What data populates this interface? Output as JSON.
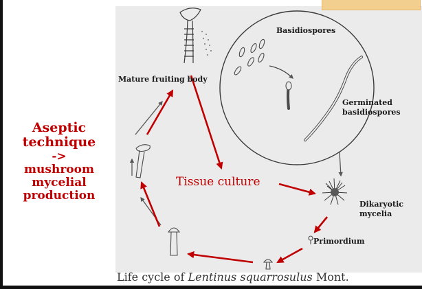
{
  "side_text": {
    "line1": "Aseptic",
    "line2": "technique",
    "line3": "->",
    "line4": "mushroom",
    "line5": "mycelial",
    "line6": "production"
  },
  "labels": {
    "basidiospores": "Basidiospores",
    "mature": "Mature fruiting body",
    "germinated_1": "Germinated",
    "germinated_2": "basidiospores",
    "dikaryotic_1": "Dikaryotic",
    "dikaryotic_2": "mycelia",
    "primordium": "Primordium",
    "tissue_culture": "Tissue culture"
  },
  "caption": {
    "prefix": "Life cycle of ",
    "species": "Lentinus squarrosulus",
    "suffix": " Mont."
  },
  "colors": {
    "accent_red": "#c00000",
    "sketch_gray": "#4a4a4a",
    "photo_background": "#ebebeb",
    "top_decoration": "#f2cf8f"
  }
}
